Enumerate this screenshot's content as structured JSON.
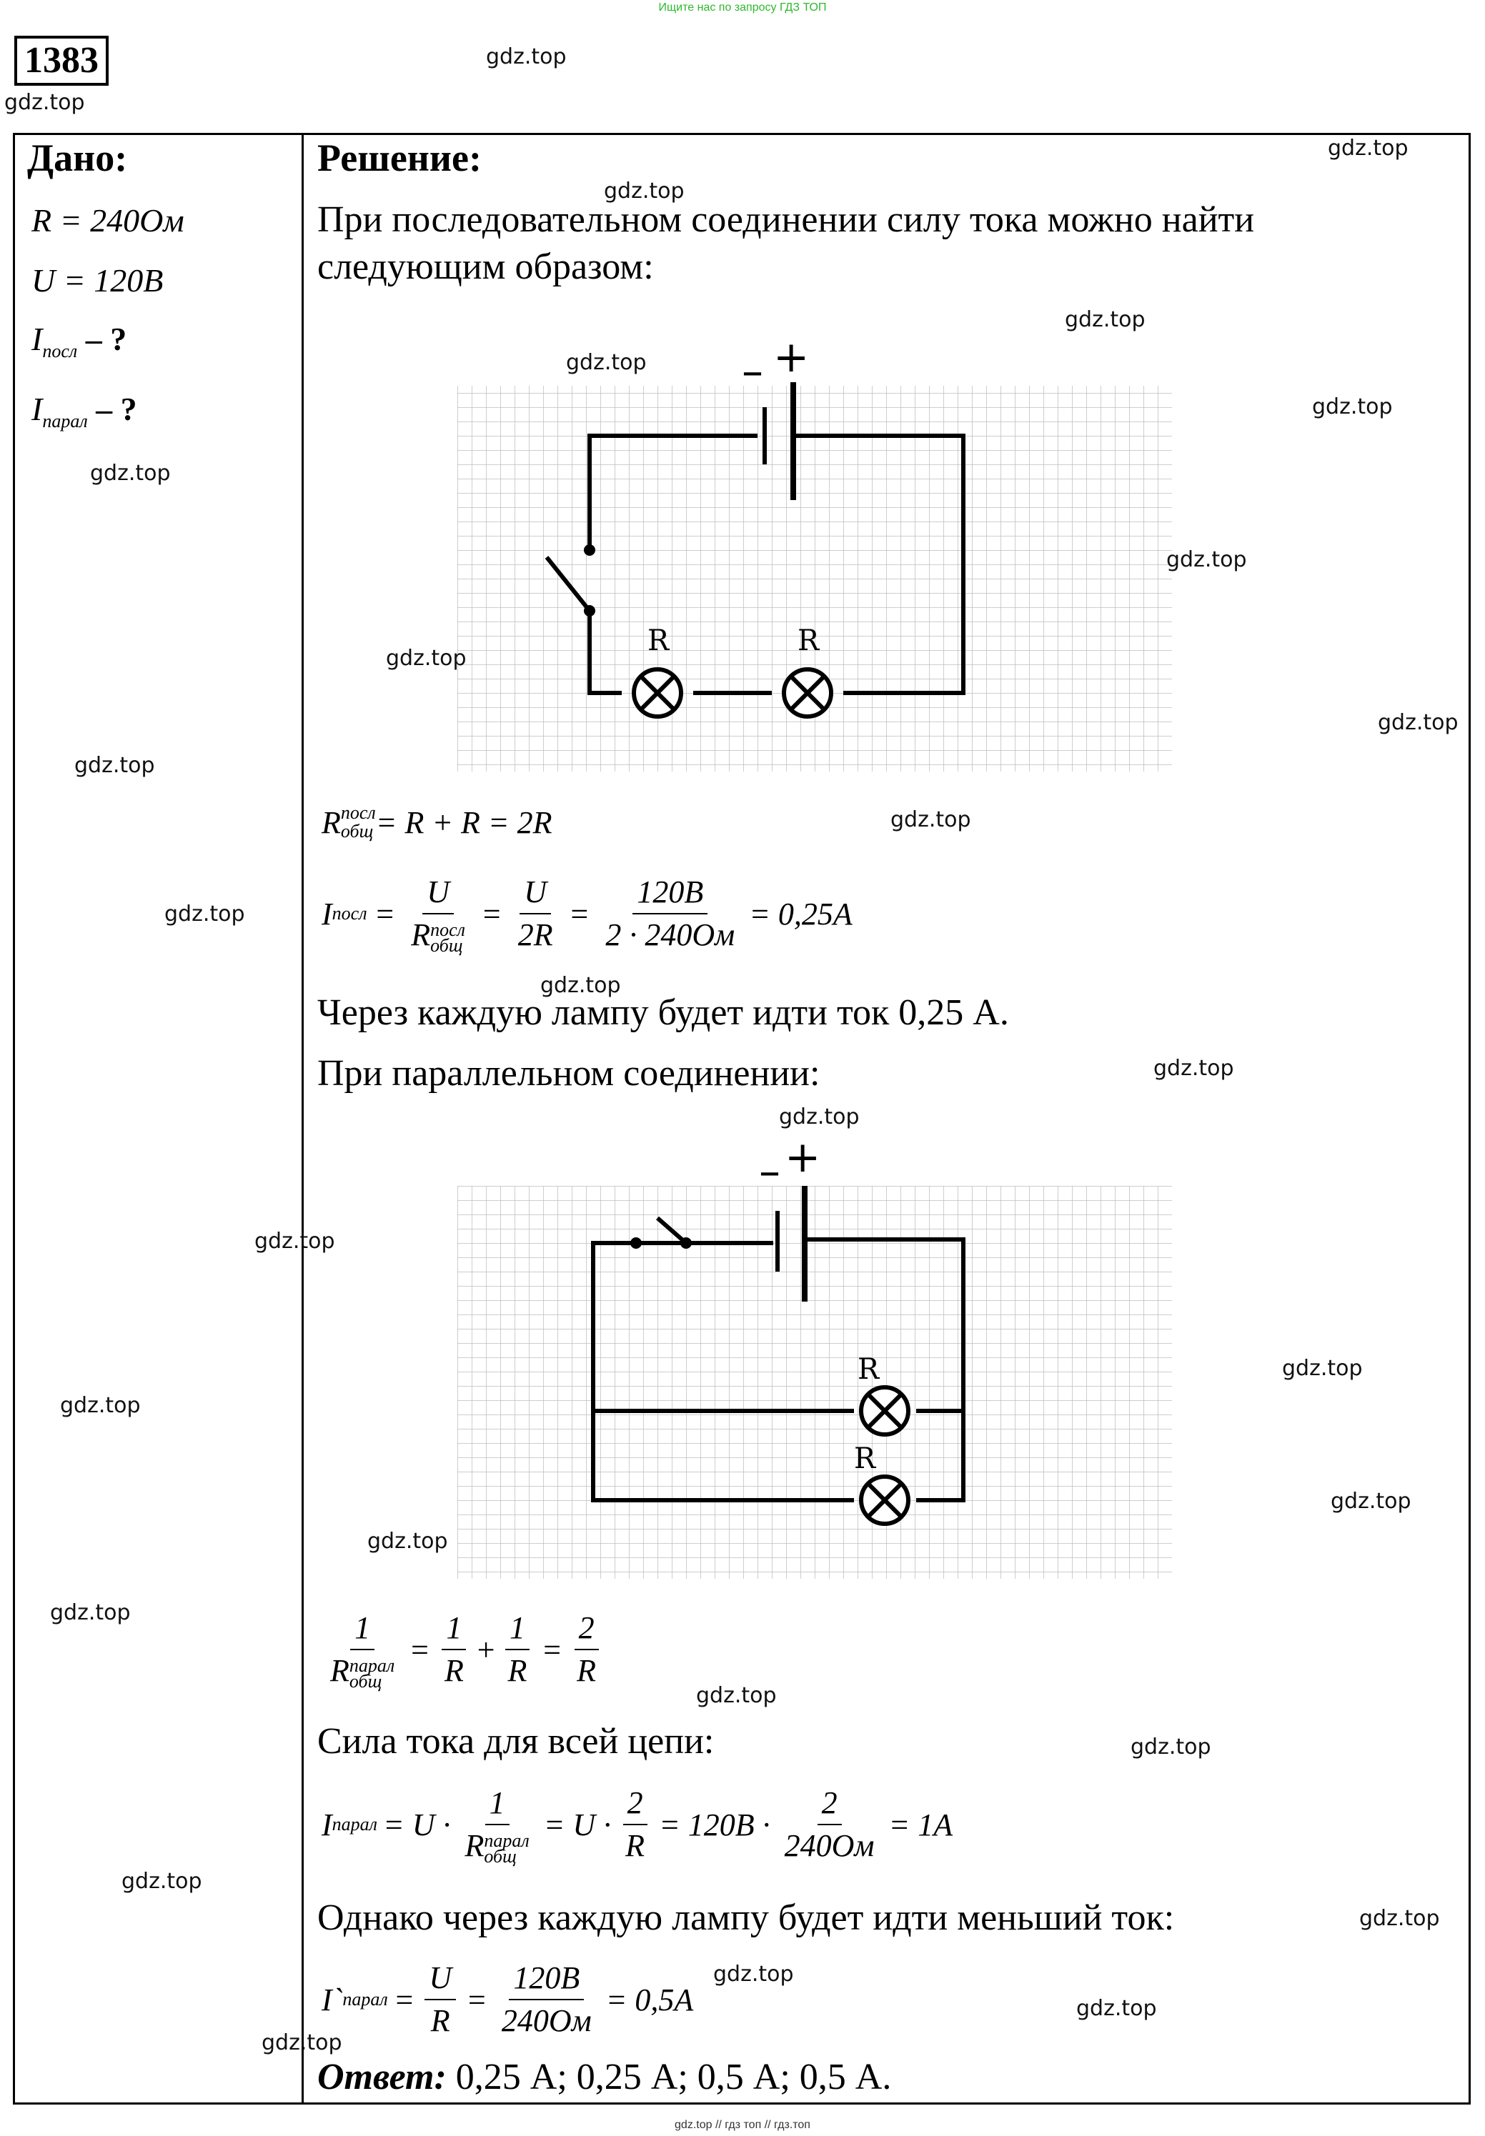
{
  "top_note": "Ищите нас по запросу ГДЗ ТОП",
  "bottom_note": "gdz.top // гдз топ // гдз.топ",
  "problem_number": "1383",
  "watermark": "gdz.top",
  "given": {
    "header": "Дано:",
    "line1": "R = 240Ом",
    "line2": "U = 120B",
    "line3_main": "I",
    "line3_sub": "посл",
    "line3_tail": " – ?",
    "line4_main": "I",
    "line4_sub": "парал",
    "line4_tail": " – ?"
  },
  "solution": {
    "header": "Решение:",
    "intro": "При последовательном соединении силу тока можно найти следующим образом:",
    "f1_R": "R",
    "f1_sup": "посл",
    "f1_sub": "общ",
    "f1_rest": " = R + R = 2R",
    "f2_I": "I",
    "f2_Isub": "посл",
    "f2_eq": "=",
    "f2_n1": "U",
    "f2_d1": "R",
    "f2_d1sup": "посл",
    "f2_d1sub": "общ",
    "f2_n2": "U",
    "f2_d2": "2R",
    "f2_n3": "120B",
    "f2_d3": "2 · 240Ом",
    "f2_res": "= 0,25A",
    "series_text": "Через каждую лампу будет идти ток 0,25 А.",
    "parallel_intro": "При параллельном соединении:",
    "f3_n": "1",
    "f3_dR": "R",
    "f3_dsup": "парал",
    "f3_dsub": "общ",
    "f3_t1n": "1",
    "f3_t1d": "R",
    "f3_t2n": "1",
    "f3_t2d": "R",
    "f3_t3n": "2",
    "f3_t3d": "R",
    "whole_circuit": "Сила тока для всей цепи:",
    "f4_I": "I",
    "f4_Isub": "парал",
    "f4_a": "= U ·",
    "f4_n1": "1",
    "f4_d1": "R",
    "f4_d1sup": "парал",
    "f4_d1sub": "общ",
    "f4_b": "= U ·",
    "f4_n2": "2",
    "f4_d2": "R",
    "f4_c": "= 120B ·",
    "f4_n3": "2",
    "f4_d3": "240Ом",
    "f4_res": "= 1A",
    "each_lamp": "Однако через каждую лампу будет идти меньший ток:",
    "f5_I": "I`",
    "f5_Isub": "парал",
    "f5_n1": "U",
    "f5_d1": "R",
    "f5_n2": "120B",
    "f5_d2": "240Ом",
    "f5_res": "= 0,5A",
    "answer_label": "Ответ:",
    "answer_text": " 0,25 А; 0,25 А; 0,5 А; 0,5 А."
  },
  "circuit1": {
    "lamp1_label": "R",
    "lamp2_label": "R",
    "minus": "–",
    "plus": "+"
  },
  "circuit2": {
    "lamp1_label": "R",
    "lamp2_label": "R",
    "minus": "–",
    "plus": "+"
  }
}
